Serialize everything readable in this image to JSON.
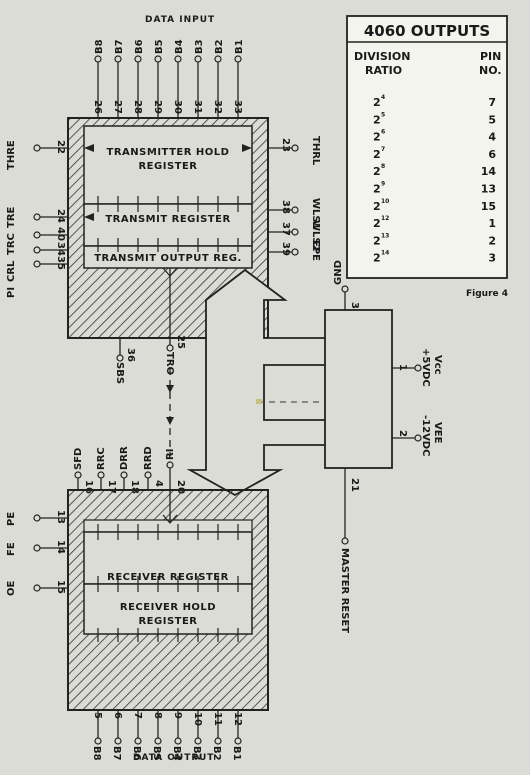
{
  "transmitter": {
    "title": "DATA INPUT",
    "input_bits": [
      "B8",
      "B7",
      "B6",
      "B5",
      "B4",
      "B3",
      "B2",
      "B1"
    ],
    "input_pins": [
      "26",
      "27",
      "28",
      "29",
      "30",
      "31",
      "32",
      "33"
    ],
    "hold_register": [
      "TRANSMITTER HOLD",
      "REGISTER"
    ],
    "transmit_register": "TRANSMIT REGISTER",
    "output_register": "TRANSMIT OUTPUT REG.",
    "left_signals": [
      {
        "name": "THRE",
        "pin": "22"
      },
      {
        "name": "TRE",
        "pin": "24"
      },
      {
        "name": "TRC",
        "pin": "40"
      },
      {
        "name": "CRL",
        "pin": "34"
      },
      {
        "name": "PI",
        "pin": "35"
      }
    ],
    "right_signals": [
      {
        "name": "THRL",
        "pin": "23"
      },
      {
        "name": "WLS1",
        "pin": "38"
      },
      {
        "name": "WLS2",
        "pin": "37"
      },
      {
        "name": "EPE",
        "pin": "39"
      }
    ],
    "bottom_signals": [
      {
        "name": "SBS",
        "pin": "36"
      },
      {
        "name": "TRO",
        "pin": "25"
      }
    ]
  },
  "receiver": {
    "title": "DATA OUTPUT",
    "output_bits": [
      "B8",
      "B7",
      "B6",
      "B5",
      "B4",
      "B3",
      "B2",
      "B1"
    ],
    "output_pins": [
      "5",
      "6",
      "7",
      "8",
      "9",
      "10",
      "11",
      "12"
    ],
    "receiver_register": "RECEIVER REGISTER",
    "hold_register": [
      "RECEIVER HOLD",
      "REGISTER"
    ],
    "top_signals": [
      {
        "name": "SFD",
        "pin": "16"
      },
      {
        "name": "RRC",
        "pin": "17"
      },
      {
        "name": "DRR",
        "pin": "18"
      },
      {
        "name": "RRD",
        "pin": "4"
      },
      {
        "name": "RI",
        "pin": "20"
      }
    ],
    "left_signals": [
      {
        "name": "PE",
        "pin": "13"
      },
      {
        "name": "FE",
        "pin": "14"
      },
      {
        "name": "OE",
        "pin": "15"
      }
    ]
  },
  "power_block": {
    "gnd": {
      "name": "GND",
      "pin": "3"
    },
    "vcc": {
      "name": "Vcc",
      "value": "+5VDC",
      "pin": "1"
    },
    "vee": {
      "name": "VEE",
      "value": "-12VDC",
      "pin": "2"
    },
    "reset": {
      "name": "MASTER RESET",
      "pin": "21"
    }
  },
  "table": {
    "title": "4060 OUTPUTS",
    "col1": "DIVISION",
    "col1b": "RATIO",
    "col2": "PIN",
    "col2b": "NO.",
    "rows": [
      {
        "exp": "4",
        "pin": "7"
      },
      {
        "exp": "5",
        "pin": "5"
      },
      {
        "exp": "6",
        "pin": "4"
      },
      {
        "exp": "7",
        "pin": "6"
      },
      {
        "exp": "8",
        "pin": "14"
      },
      {
        "exp": "9",
        "pin": "13"
      },
      {
        "exp": "10",
        "pin": "15"
      },
      {
        "exp": "12",
        "pin": "1"
      },
      {
        "exp": "13",
        "pin": "2"
      },
      {
        "exp": "14",
        "pin": "3"
      }
    ],
    "base": "2",
    "caption": "Figure 4"
  }
}
